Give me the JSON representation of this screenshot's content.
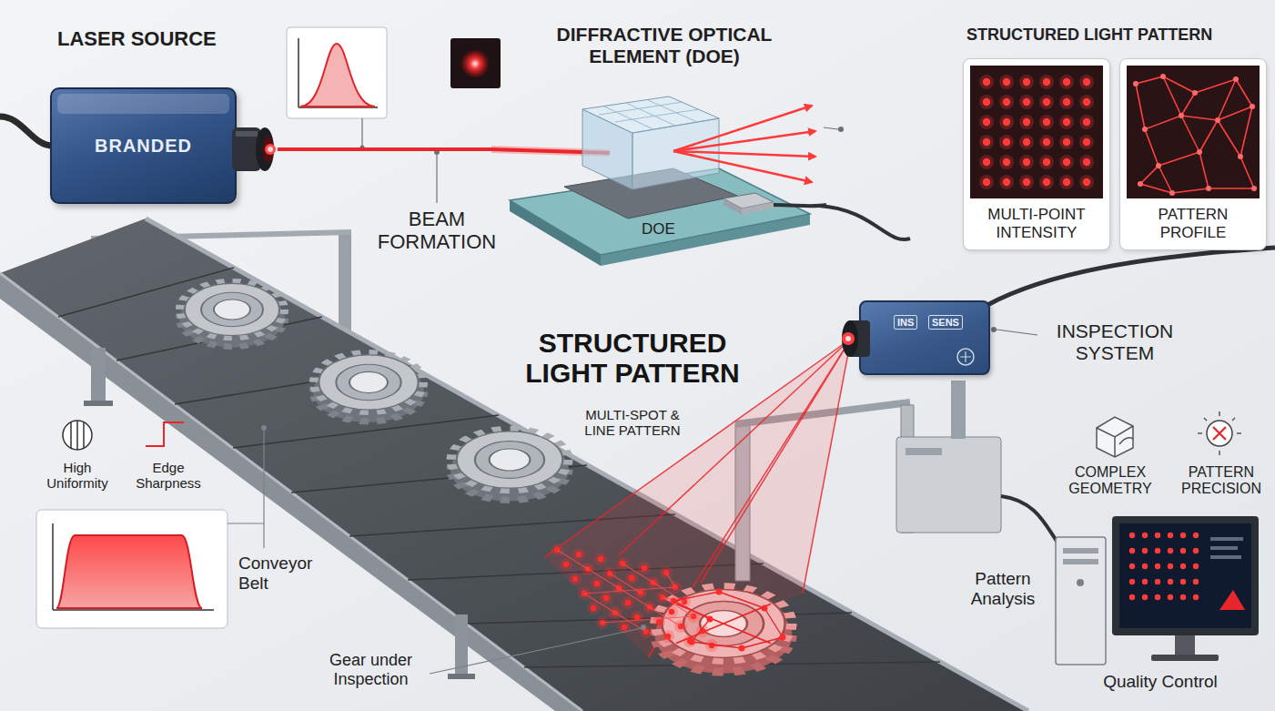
{
  "diagram": {
    "nodes": [
      {
        "text": [
          "LASER SOURCE",
          "BRANDED"
        ]
      },
      {
        "text": [
          "DIFFRACTIVE OPTICAL ELEMENT (DOE)",
          "DOE"
        ]
      },
      {
        "text": [
          "MULTI-POINT INTENSITY"
        ]
      },
      {
        "text": [
          "PATTERN PROFILE"
        ]
      },
      {
        "text": [
          "INS",
          "SENS"
        ]
      }
    ],
    "edges": [
      {
        "from": 0,
        "to": 1,
        "arrow": "none"
      }
    ],
    "labels": [
      "BEAM FORMATION",
      "STRUCTURED LIGHT PATTERN",
      "STRUCTURED LIGHT PATTERN",
      "MULTI-SPOT & LINE PATTERN",
      "INSPECTION SYSTEM",
      "High Uniformity",
      "Edge Sharpness",
      "Conveyor Belt",
      "Gear under Inspection",
      "COMPLEX GEOMETRY",
      "PATTERN PRECISION",
      "Pattern Analysis",
      "Quality Control"
    ]
  }
}
